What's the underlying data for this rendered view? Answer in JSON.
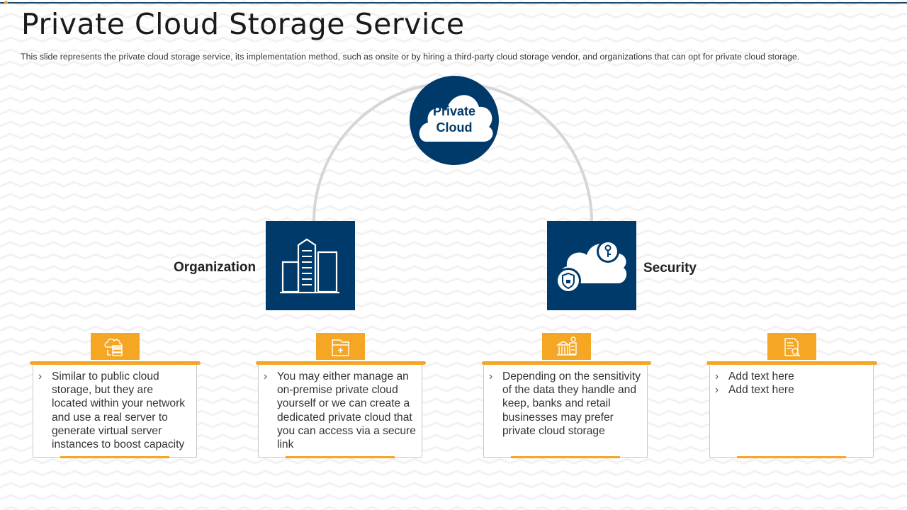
{
  "slide": {
    "title": "Private Cloud Storage Service",
    "subtitle": "This slide represents the private  cloud storage service, its implementation method, such as onsite or by hiring a third-party cloud storage vendor,  and organizations that can opt for private cloud storage."
  },
  "hub": {
    "label_line1": "Private",
    "label_line2": "Cloud",
    "icon": "cloud-icon"
  },
  "nodes": [
    {
      "label": "Organization",
      "icon": "building-icon"
    },
    {
      "label": "Security",
      "icon": "cloud-security-icon"
    }
  ],
  "cards": [
    {
      "icon": "cloud-stack-icon",
      "items": [
        "Similar to public cloud storage, but they are located within your network and use a real server to generate virtual server instances to boost capacity"
      ]
    },
    {
      "icon": "secure-folder-icon",
      "items": [
        "You may either manage an on-premise private cloud yourself  or we can create a dedicated private cloud that you can access via a secure link"
      ]
    },
    {
      "icon": "bank-money-icon",
      "items": [
        "Depending on the sensitivity  of the data they handle and keep, banks and retail businesses may prefer private cloud storage"
      ]
    },
    {
      "icon": "document-search-icon",
      "items": [
        "Add text here",
        "Add text here"
      ]
    }
  ],
  "colors": {
    "navy": "#003a6b",
    "accent": "#f5a623",
    "connector": "#d6d6d6"
  }
}
